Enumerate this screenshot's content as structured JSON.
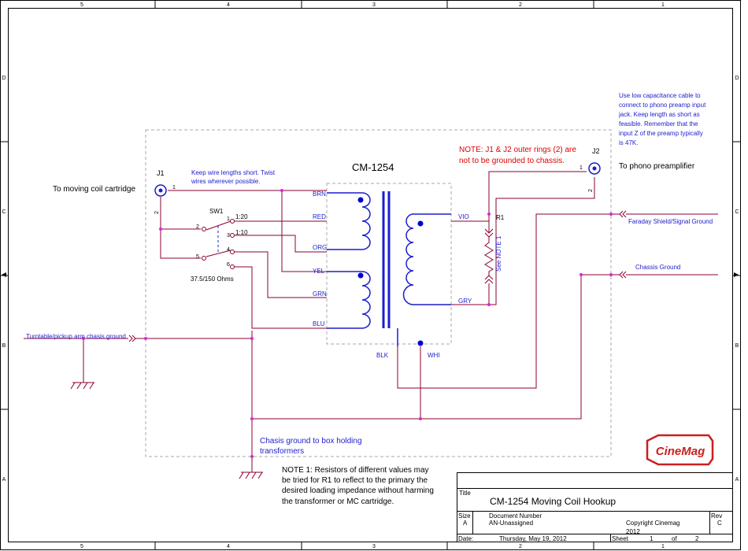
{
  "frame": {
    "cols": [
      "5",
      "4",
      "3",
      "2",
      "1"
    ],
    "rows": [
      "D",
      "C",
      "B",
      "A"
    ]
  },
  "title": "CM-1254",
  "labels": {
    "j1": "J1",
    "j2": "J2",
    "j1_pin1": "1",
    "j1_pin2": "2",
    "j2_pin1": "1",
    "j2_pin2": "2",
    "to_cartridge": "To moving coil cartridge",
    "to_preamp": "To phono preamplifier",
    "sw1": "SW1",
    "r1": "R1",
    "see_note": "See NOTE 1",
    "ohms": "37.5/150 Ohms",
    "ratio_20": "1:20",
    "ratio_10": "1:10",
    "faraday": "Faraday Shield/Signal Ground",
    "chassis_ground": "Chassis Ground",
    "turntable_ground": "Turntable/pickup arm chasis ground",
    "chasis_box_1": "Chasis ground to box holding",
    "chasis_box_2": "transformers"
  },
  "switch_pins": [
    "1",
    "2",
    "3",
    "4",
    "5",
    "6"
  ],
  "wires": {
    "brn": "BRN",
    "red": "RED",
    "org": "ORG",
    "yel": "YEL",
    "grn": "GRN",
    "blu": "BLU",
    "vio": "VIO",
    "gry": "GRY",
    "blk": "BLK",
    "whi": "WHI"
  },
  "notes": {
    "keep_1": "Keep wire lengths short.  Twist",
    "keep_2": "wires wherever possible.",
    "cable_1": "Use low capacitance cable to",
    "cable_2": "connect to phono preamp input",
    "cable_3": "jack.  Keep length as short as",
    "cable_4": "feasible.  Remember that the",
    "cable_5": "input Z of the preamp typically",
    "cable_6": "is 47K.",
    "red_1": "NOTE: J1 & J2 outer rings (2) are",
    "red_2": "not to be grounded to chassis.",
    "note1_1": "NOTE 1:  Resistors of different values may",
    "note1_2": "be tried for R1 to reflect to the primary the",
    "note1_3": "desired loading impedance without harming",
    "note1_4": "the transformer or MC cartridge."
  },
  "logo": "CineMag",
  "title_block": {
    "title_label": "Title",
    "title": "CM-1254  Moving Coil Hookup",
    "size_label": "Size",
    "size": "A",
    "docnum_label": "Document Number",
    "docnum": "AN-Unassigned",
    "copyright_1": "Copyright Cinemag",
    "copyright_2": "2012",
    "rev_label": "Rev",
    "rev": "C",
    "date_label": "Date:",
    "date": "Thursday, May 19, 2012",
    "sheet_label": "Sheet",
    "sheet": "1",
    "of_label": "of",
    "of": "2"
  },
  "colors": {
    "wire": "#8b0032",
    "component": "#1d1dcc",
    "junction": "#e020e0",
    "note_red": "#e00000",
    "text_blue": "#1d1dcc",
    "logo_red": "#cc1f1f"
  }
}
